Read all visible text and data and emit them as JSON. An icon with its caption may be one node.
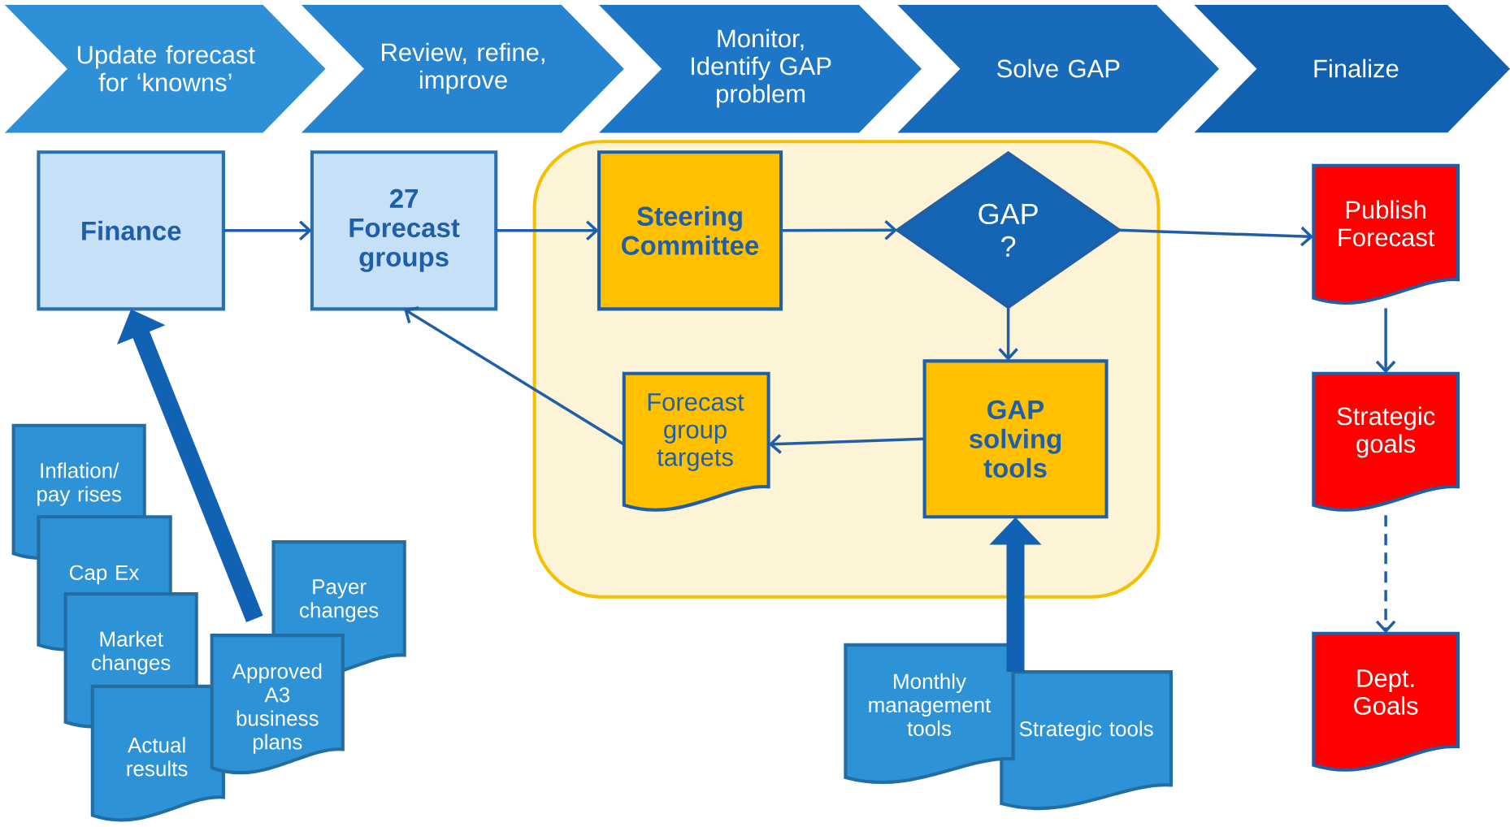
{
  "diagram": {
    "nodes": [
      {
        "text": [
          "Update forecast for ‘knowns’"
        ]
      },
      {
        "text": [
          "Review, refine, improve"
        ]
      },
      {
        "text": [
          "Monitor, Identify GAP problem"
        ]
      },
      {
        "text": [
          "Solve GAP"
        ]
      },
      {
        "text": [
          "Finalize"
        ]
      },
      {
        "text": [
          "Finance"
        ]
      },
      {
        "text": [
          "27 Forecast groups"
        ]
      },
      {
        "text": [],
        "shape": "box"
      },
      {
        "text": [
          "Steering Committee"
        ],
        "in": 7
      },
      {
        "text": [
          "GAP ?"
        ],
        "in": 7
      },
      {
        "text": [
          "Forecast group targets"
        ],
        "in": 7
      },
      {
        "text": [
          "GAP solving tools"
        ],
        "in": 7
      },
      {
        "text": [
          "Publish Forecast"
        ]
      },
      {
        "text": [
          "Strategic goals"
        ]
      },
      {
        "text": [
          "Dept. Goals"
        ]
      },
      {
        "text": [
          "Inflation/ pay rises"
        ]
      },
      {
        "text": [
          "Cap Ex"
        ]
      },
      {
        "text": [
          "Market changes"
        ]
      },
      {
        "text": [
          "Actual results"
        ]
      },
      {
        "text": [
          "Approved A3 business plans"
        ]
      },
      {
        "text": [
          "Payer changes"
        ]
      },
      {
        "text": [
          "Monthly management tools"
        ]
      },
      {
        "text": [
          "Strategic tools"
        ]
      }
    ],
    "edges": [
      {
        "from": 5,
        "to": 6,
        "arrow": "to"
      },
      {
        "from": 6,
        "to": 8,
        "arrow": "to"
      },
      {
        "from": 8,
        "to": 9,
        "arrow": "to"
      },
      {
        "from": 9,
        "to": 12,
        "arrow": "to"
      },
      {
        "from": 9,
        "to": 11,
        "arrow": "to"
      },
      {
        "from": 11,
        "to": 10,
        "arrow": "to"
      },
      {
        "from": 10,
        "to": 6,
        "arrow": "to"
      },
      {
        "from": 12,
        "to": 13,
        "arrow": "to"
      },
      {
        "from": 13,
        "to": 14,
        "arrow": "to",
        "style": "dashed"
      },
      {
        "from": 19,
        "to": 5,
        "arrow": "to",
        "style": "thick"
      },
      {
        "from": 22,
        "to": 11,
        "arrow": "to",
        "style": "thick"
      }
    ]
  }
}
